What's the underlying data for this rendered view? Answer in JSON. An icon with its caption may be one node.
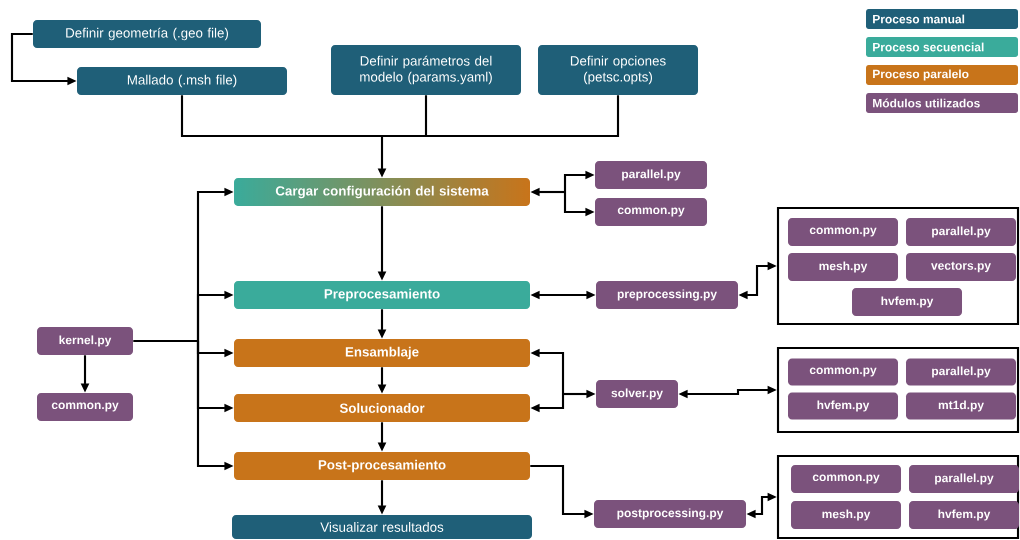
{
  "diagram": {
    "nodes": [
      {
        "text": [
          "Definir geometría (.geo file)"
        ]
      },
      {
        "text": [
          "Mallado (.msh file)"
        ]
      },
      {
        "text": [
          "Definir parámetros del modelo (params.yaml)"
        ]
      },
      {
        "text": [
          "Definir opciones (petsc.opts)"
        ]
      },
      {
        "text": [
          "Cargar configuración del sistema"
        ]
      },
      {
        "text": [
          "parallel.py"
        ]
      },
      {
        "text": [
          "common.py"
        ]
      },
      {
        "text": [
          "Preprocesamiento"
        ]
      },
      {
        "text": [
          "preprocessing.py"
        ]
      },
      {
        "text": [],
        "shape": "box"
      },
      {
        "text": [
          "common.py"
        ],
        "in": 9
      },
      {
        "text": [
          "parallel.py"
        ],
        "in": 9
      },
      {
        "text": [
          "mesh.py"
        ],
        "in": 9
      },
      {
        "text": [
          "vectors.py"
        ],
        "in": 9
      },
      {
        "text": [
          "hvfem.py"
        ],
        "in": 9
      },
      {
        "text": [
          "kernel.py"
        ]
      },
      {
        "text": [
          "common.py"
        ]
      },
      {
        "text": [
          "Ensamblaje"
        ]
      },
      {
        "text": [
          "Solucionador"
        ]
      },
      {
        "text": [
          "solver.py"
        ]
      },
      {
        "text": [],
        "shape": "box"
      },
      {
        "text": [
          "common.py"
        ],
        "in": 20
      },
      {
        "text": [
          "parallel.py"
        ],
        "in": 20
      },
      {
        "text": [
          "hvfem.py"
        ],
        "in": 20
      },
      {
        "text": [
          "mt1d.py"
        ],
        "in": 20
      },
      {
        "text": [
          "Post-procesamiento"
        ]
      },
      {
        "text": [
          "postprocessing.py"
        ]
      },
      {
        "text": [],
        "shape": "box"
      },
      {
        "text": [
          "common.py"
        ],
        "in": 27
      },
      {
        "text": [
          "parallel.py"
        ],
        "in": 27
      },
      {
        "text": [
          "mesh.py"
        ],
        "in": 27
      },
      {
        "text": [
          "hvfem.py"
        ],
        "in": 27
      },
      {
        "text": [
          "Visualizar resultados"
        ]
      }
    ],
    "edges": [
      {
        "from": 0,
        "to": 1,
        "arrow": "to"
      },
      {
        "from": 1,
        "to": 4,
        "arrow": "to"
      },
      {
        "from": 2,
        "to": 4,
        "arrow": "to"
      },
      {
        "from": 3,
        "to": 4,
        "arrow": "to"
      },
      {
        "from": 4,
        "to": 5,
        "arrow": "both"
      },
      {
        "from": 4,
        "to": 6,
        "arrow": "both"
      },
      {
        "from": 4,
        "to": 7,
        "arrow": "to"
      },
      {
        "from": 7,
        "to": 8,
        "arrow": "both"
      },
      {
        "from": 8,
        "to": 9,
        "arrow": "both"
      },
      {
        "from": 7,
        "to": 17,
        "arrow": "to"
      },
      {
        "from": 17,
        "to": 18,
        "arrow": "to"
      },
      {
        "from": 18,
        "to": 25,
        "arrow": "to"
      },
      {
        "from": 25,
        "to": 32,
        "arrow": "to"
      },
      {
        "from": 15,
        "to": 16,
        "arrow": "to"
      },
      {
        "from": 15,
        "to": 4,
        "arrow": "to"
      },
      {
        "from": 15,
        "to": 7,
        "arrow": "to"
      },
      {
        "from": 15,
        "to": 17,
        "arrow": "to"
      },
      {
        "from": 15,
        "to": 18,
        "arrow": "to"
      },
      {
        "from": 15,
        "to": 25,
        "arrow": "to"
      },
      {
        "from": 19,
        "to": 17,
        "arrow": "both"
      },
      {
        "from": 19,
        "to": 18,
        "arrow": "both"
      },
      {
        "from": 19,
        "to": 20,
        "arrow": "both"
      },
      {
        "from": 25,
        "to": 26,
        "arrow": "to"
      },
      {
        "from": 26,
        "to": 27,
        "arrow": "both"
      }
    ],
    "legend": [
      {
        "text": "Proceso manual",
        "color": "#1f5f78"
      },
      {
        "text": "Proceso secuencial",
        "color": "#3aab9b"
      },
      {
        "text": "Proceso paralelo",
        "color": "#c8741a"
      },
      {
        "text": "Módulos utilizados",
        "color": "#7b527c"
      }
    ]
  }
}
